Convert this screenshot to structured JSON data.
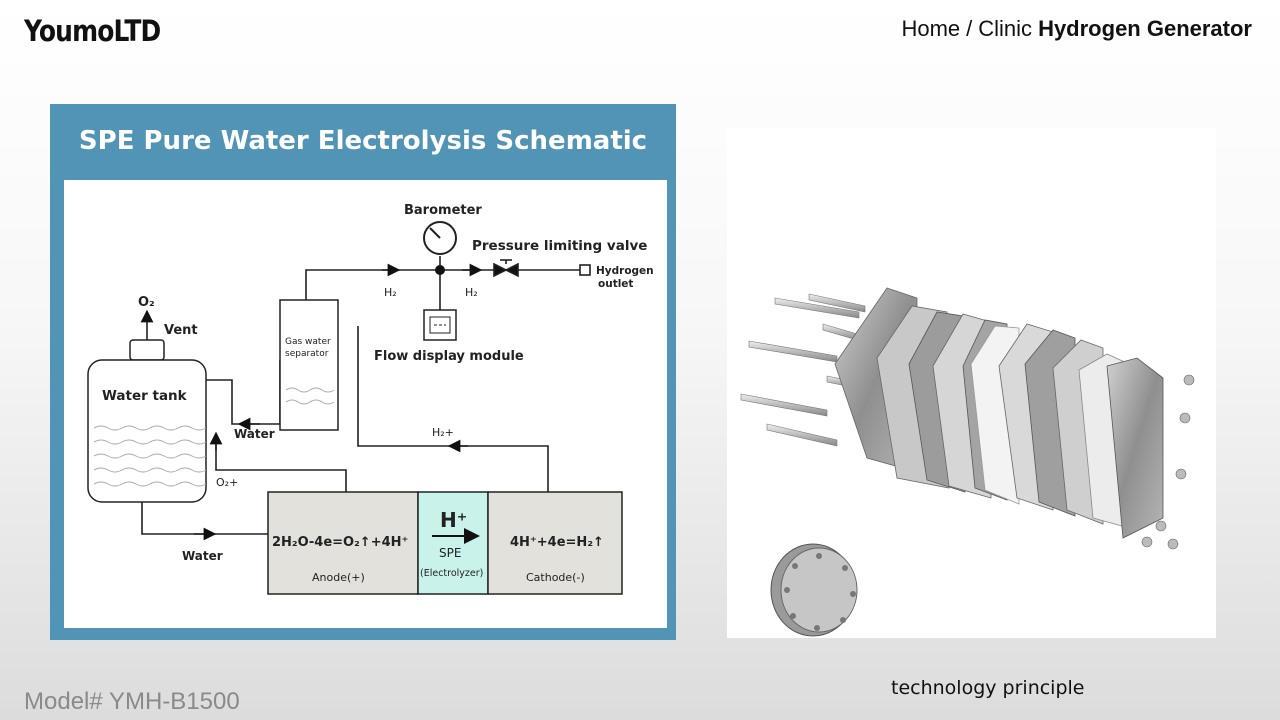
{
  "brand": {
    "logo_text": "YoumoLTD"
  },
  "breadcrumb": {
    "home": "Home",
    "separator": "/",
    "section": "Clinic",
    "current": "Hydrogen Generator"
  },
  "schematic": {
    "title": "SPE Pure Water Electrolysis Schematic",
    "labels": {
      "barometer": "Barometer",
      "pressure_valve": "Pressure limiting valve",
      "hydrogen_outlet_1": "Hydrogen",
      "hydrogen_outlet_2": "outlet",
      "h2_left": "H₂",
      "h2_right": "H₂",
      "flow_display": "Flow display module",
      "o2": "O₂",
      "vent": "Vent",
      "water_tank": "Water tank",
      "gas_separator_1": "Gas water",
      "gas_separator_2": "separator",
      "water_upper": "Water",
      "water_lower": "Water",
      "h2_plus": "H₂+",
      "o2_plus": "O₂+",
      "anode_formula": "2H₂O-4e=O₂↑+4H⁺",
      "anode": "Anode(+)",
      "h_plus": "H⁺",
      "spe": "SPE",
      "electrolyzer": "(Electrolyzer)",
      "cathode_formula": "4H⁺+4e=H₂↑",
      "cathode": "Cathode(-)"
    },
    "colors": {
      "frame": "#5294b5",
      "cell_gray": "#e2e1dc",
      "spe_cyan": "#c9f2ea"
    }
  },
  "product_image": {
    "icon": "exploded-electrolyzer-stack-image"
  },
  "caption": "technology principle",
  "model": "Model# YMH-B1500"
}
